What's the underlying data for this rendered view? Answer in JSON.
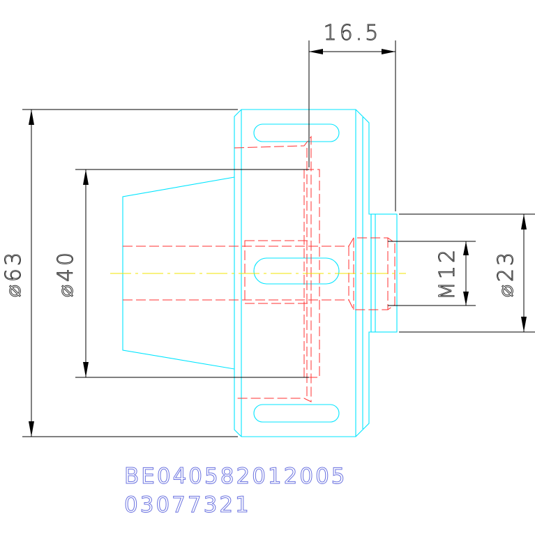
{
  "dimensions": {
    "length_top": "16.5",
    "dia_large": "⌀63",
    "dia_mid": "⌀40",
    "thread": "M12",
    "dia_small": "⌀23"
  },
  "part_number": {
    "line1": "BE040582012005",
    "line2": "03077321"
  },
  "colors": {
    "outline": "#00e5ff",
    "hidden_lines": "#ff3030",
    "center_line": "#f2e600",
    "dimension_lines": "#000000",
    "part_number_text": "#6b73e0"
  }
}
